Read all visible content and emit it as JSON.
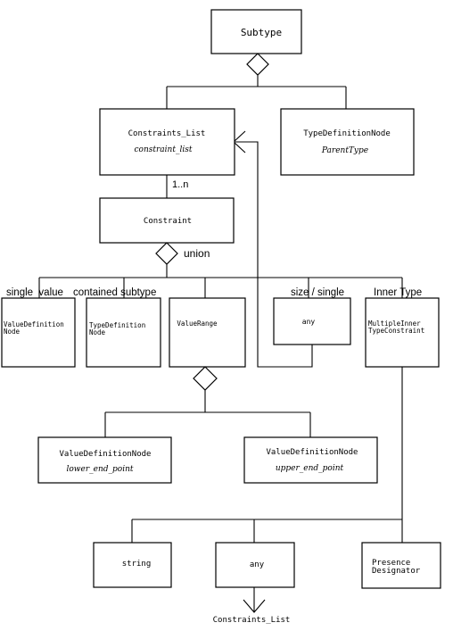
{
  "nodes": {
    "subtype": {
      "title": "Subtype"
    },
    "constraints_list": {
      "title": "Constraints_List",
      "subtitle": "constraint_list"
    },
    "type_definition_node_parent": {
      "title": "TypeDefinitionNode",
      "subtitle": "ParentType"
    },
    "constraint": {
      "title": "Constraint"
    },
    "value_definition_node_single": {
      "line1": "ValueDefinition",
      "line2": "Node"
    },
    "type_definition_node_contained": {
      "line1": "TypeDefinition",
      "line2": "Node"
    },
    "value_range": {
      "title": "ValueRange"
    },
    "any_size": {
      "title": "any"
    },
    "multiple_inner_type_constraint": {
      "line1": "MultipleInner",
      "line2": "TypeConstraint"
    },
    "value_definition_node_lower": {
      "title": "ValueDefinitionNode",
      "subtitle": "lower_end_point"
    },
    "value_definition_node_upper": {
      "title": "ValueDefinitionNode",
      "subtitle": "upper_end_point"
    },
    "string": {
      "title": "string"
    },
    "any_presence": {
      "title": "any"
    },
    "presence_designator": {
      "line1": "Presence",
      "line2": "Designator"
    }
  },
  "labels": {
    "multiplicity": "1..n",
    "union": "union",
    "single_value": "single  value",
    "contained_subtype": "contained subtype",
    "size_single": "size / single",
    "inner_type": "Inner Type",
    "constraints_list_ref": "Constraints_List"
  }
}
